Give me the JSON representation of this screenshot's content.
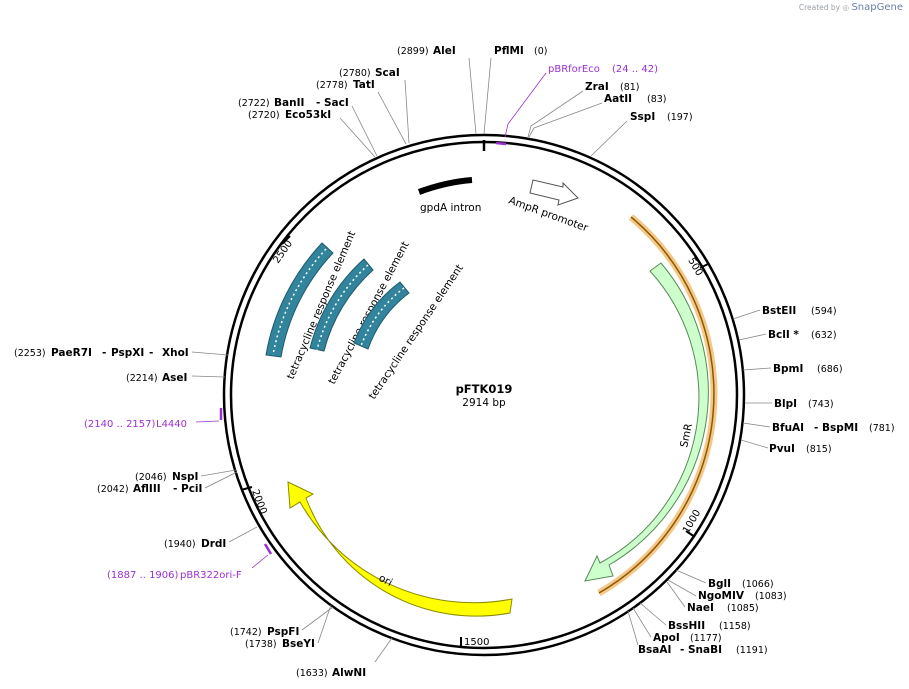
{
  "header": {
    "created_by": "Created by",
    "brand": "SnapGene"
  },
  "plasmid": {
    "name": "pFTK019",
    "size_label": "2914 bp",
    "length": 2914
  },
  "ticks": [
    {
      "bp": 1500,
      "label": "1500"
    },
    {
      "bp": 2000,
      "label": "2000"
    },
    {
      "bp": 2500,
      "label": "2500"
    },
    {
      "bp": 500,
      "label": "500"
    },
    {
      "bp": 1000,
      "label": "1000"
    }
  ],
  "features": [
    {
      "name": "gpdA intron",
      "label": "gpdA intron",
      "type": "bar",
      "color": "#000000"
    },
    {
      "name": "AmpR promoter",
      "label": "AmpR promoter",
      "type": "arrow",
      "color": "#ffffff"
    },
    {
      "name": "SmR",
      "label": "SmR",
      "type": "arrow",
      "color": "#ccffcc"
    },
    {
      "name": "ori",
      "label": "ori",
      "type": "arrow",
      "color": "#ffff00"
    },
    {
      "name": "tetracycline response element",
      "label": "tetracycline response element",
      "type": "box",
      "color": "#31849b"
    },
    {
      "name": "tetracycline response element",
      "label": "tetracycline response element",
      "type": "box",
      "color": "#31849b"
    },
    {
      "name": "tetracycline response element",
      "label": "tetracycline response element",
      "type": "box",
      "color": "#31849b"
    }
  ],
  "sites": [
    {
      "name": "PflMI",
      "pos": "(0)",
      "bp": 0
    },
    {
      "name": "AleI",
      "pos": "(2899)",
      "bp": 2899
    },
    {
      "name": "ScaI",
      "pos": "(2780)",
      "bp": 2780
    },
    {
      "name": "TatI",
      "pos": "(2778)",
      "bp": 2778
    },
    {
      "name": "BanII",
      "name2": "SacI",
      "pos": "(2722)",
      "bp": 2722
    },
    {
      "name": "Eco53kI",
      "pos": "(2720)",
      "bp": 2720
    },
    {
      "name": "ZraI",
      "pos": "(81)",
      "bp": 81
    },
    {
      "name": "AatII",
      "pos": "(83)",
      "bp": 83
    },
    {
      "name": "SspI",
      "pos": "(197)",
      "bp": 197
    },
    {
      "name": "BstEII",
      "pos": "(594)",
      "bp": 594
    },
    {
      "name": "BclI *",
      "pos": "(632)",
      "bp": 632
    },
    {
      "name": "BpmI",
      "pos": "(686)",
      "bp": 686
    },
    {
      "name": "BlpI",
      "pos": "(743)",
      "bp": 743
    },
    {
      "name": "BfuAI",
      "name2": "BspMI",
      "pos": "(781)",
      "bp": 781
    },
    {
      "name": "PvuI",
      "pos": "(815)",
      "bp": 815
    },
    {
      "name": "BglI",
      "pos": "(1066)",
      "bp": 1066
    },
    {
      "name": "NgoMIV",
      "pos": "(1083)",
      "bp": 1083
    },
    {
      "name": "NaeI",
      "pos": "(1085)",
      "bp": 1085
    },
    {
      "name": "BssHII",
      "pos": "(1158)",
      "bp": 1158
    },
    {
      "name": "ApoI",
      "pos": "(1177)",
      "bp": 1177
    },
    {
      "name": "BsaAI",
      "name2": "SnaBI",
      "pos": "(1191)",
      "bp": 1191
    },
    {
      "name": "AlwNI",
      "pos": "(1633)",
      "bp": 1633
    },
    {
      "name": "PspFI",
      "pos": "(1742)",
      "bp": 1742
    },
    {
      "name": "BseYI",
      "pos": "(1738)",
      "bp": 1738
    },
    {
      "name": "DrdI",
      "pos": "(1940)",
      "bp": 1940
    },
    {
      "name": "NspI",
      "pos": "(2046)",
      "bp": 2046
    },
    {
      "name": "AflIII",
      "name2": "PciI",
      "pos": "(2042)",
      "bp": 2042
    },
    {
      "name": "AseI",
      "pos": "(2214)",
      "bp": 2214
    },
    {
      "name": "PaeR7I",
      "name2": "PspXI",
      "name3": "XhoI",
      "pos": "(2253)",
      "bp": 2253
    }
  ],
  "primers": [
    {
      "name": "pBRforEco",
      "range": "(24 .. 42)",
      "color": "#9b30d0"
    },
    {
      "name": "L4440",
      "range": "(2140 .. 2157)",
      "color": "#9b30d0"
    },
    {
      "name": "pBR322ori-F",
      "range": "(1887 .. 1906)",
      "color": "#9b30d0"
    }
  ]
}
